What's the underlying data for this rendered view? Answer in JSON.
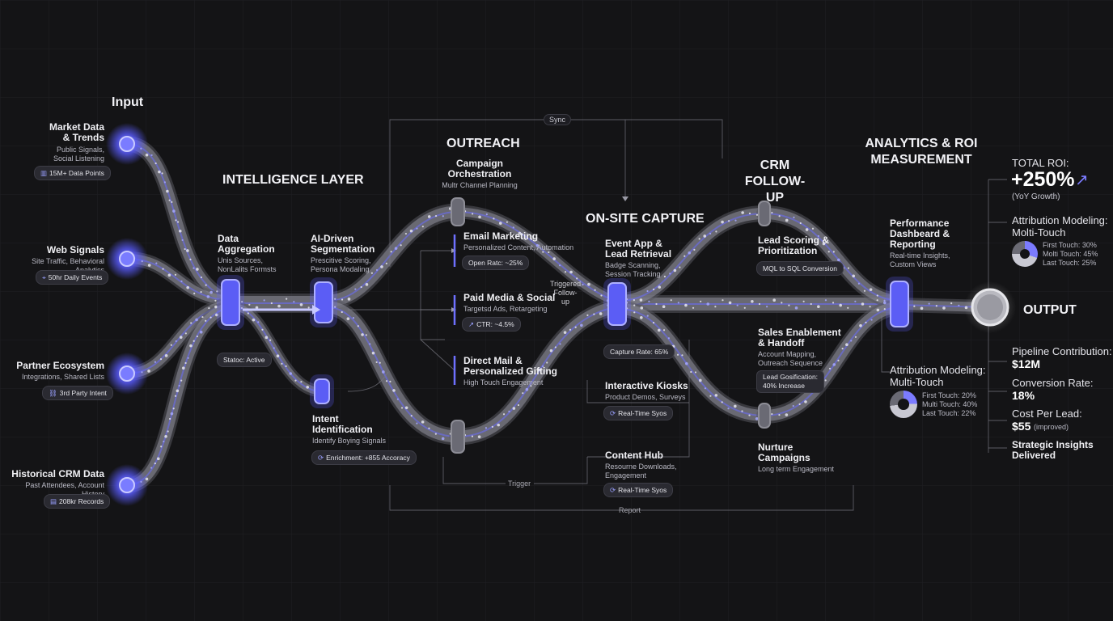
{
  "colors": {
    "accent": "#7b7bff",
    "glow": "#5a5cff",
    "background": "#141416",
    "tube": "#8a8a96"
  },
  "stage_titles": {
    "input": "Input",
    "intelligence": "INTELLIGENCE LAYER",
    "outreach": "OUTREACH",
    "onsite": "ON-SITE CAPTURE",
    "crm": "CRM\nFOLLOW-UP",
    "analytics": "ANALYTICS & ROI\nMEASUREMENT",
    "output": "OUTPUT"
  },
  "inputs": [
    {
      "title": "Market Data\n& Trends",
      "sub": "Public Signals,\nSocial Listening",
      "badge": "15M+ Data Points",
      "icon": "bar-chart-icon"
    },
    {
      "title": "Web Signals",
      "sub": "Site Traffic, Behavioral Analytics",
      "badge": "50hr Daily Events",
      "icon": "cursor-icon"
    },
    {
      "title": "Partner Ecosystem",
      "sub": "Integrations, Shared Lists",
      "badge": "3rd Party Intent",
      "icon": "link-icon"
    },
    {
      "title": "Historical CRM Data",
      "sub": "Past Attendees, Account History",
      "badge": "208kr Records",
      "icon": "database-icon"
    }
  ],
  "intelligence": {
    "aggregation": {
      "title": "Data\nAggregation",
      "sub": "Unis Sources,\nNonLalits Formsts",
      "badge": "Statoc: Active"
    },
    "segmentation": {
      "title": "AI-Driven\nSegmentation",
      "sub": "Prescitive Scoring,\nPersona Modaling"
    },
    "intent": {
      "title": "Intent\nIdentification",
      "sub": "Identify Boying Signals",
      "badge": "Enrichment: +855 Accoracy"
    }
  },
  "outreach": {
    "orchestration": {
      "title": "Campaign\nOrchestration",
      "sub": "Multr Channel Planning"
    },
    "email": {
      "title": "Email Marketing",
      "sub": "Personalized Content, Automation",
      "badge": "Open Ratc: ~25%"
    },
    "paid": {
      "title": "Paid Media & Social",
      "sub": "Targetsd Ads, Retargeting",
      "badge": "CTR: ~4.5%"
    },
    "mail": {
      "title": "Direct Mail &\nPersonalized Gifting",
      "sub": "High Touch Engagement"
    }
  },
  "onsite": {
    "event_app": {
      "title": "Event App &\nLead Retrieval",
      "sub": "Badge Scanning,\nSession Tracking",
      "badge": "Capture Rate: 65%"
    },
    "kiosks": {
      "title": "Interactive Kiosks",
      "sub": "Product Demos, Surveys",
      "badge": "Real-Time Syos"
    },
    "content": {
      "title": "Content Hub",
      "sub": "Resourne Downloads,\nEngagement",
      "badge": "Real-Time Syos"
    },
    "triggered": "Triggered\nFollow-up"
  },
  "crm": {
    "scoring": {
      "title": "Lead Scoring &\nPrioritization",
      "badge": "MQL to SQL Conversion"
    },
    "enablement": {
      "title": "Sales Enablement\n& Handoff",
      "sub": "Account Mapping,\nOutreach Sequence",
      "badge": "Lead Gosification:\n40% Increase"
    },
    "nurture": {
      "title": "Nurture\nCampaigns",
      "sub": "Long term Engagement"
    }
  },
  "analytics": {
    "dashboard": {
      "title": "Performance\nDashbeard &\nReporting",
      "sub": "Real-time Insights,\nCustom Views"
    },
    "attribution": {
      "title": "Attribution Modeling:\nMulti-Touch",
      "lines": [
        "First Touch: 20%",
        "Multi Touch: 40%",
        "Last Touch: 22%"
      ],
      "shares": [
        20,
        40,
        22
      ]
    }
  },
  "outputs": {
    "roi_label": "TOTAL ROI:",
    "roi_value": "+250%",
    "roi_sub": "(YoY Growth)",
    "attribution": {
      "title": "Attribution Modeling:\nMolti-Touch",
      "lines": [
        "First Touch: 30%",
        "Molti Touch: 45%",
        "Last Touch: 25%"
      ],
      "shares": [
        30,
        45,
        25
      ]
    },
    "pipeline_label": "Pipeline Contribution:",
    "pipeline_value": "$12M",
    "conversion_label": "Conversion Rate:",
    "conversion_value": "18%",
    "cpl_label": "Cost Per Lead:",
    "cpl_value": "$55",
    "cpl_note": "(improved)",
    "insights": "Strategic Insights\nDelivered"
  },
  "connectors": {
    "sync": "Sync",
    "trigger": "Trigger",
    "report": "Report"
  }
}
